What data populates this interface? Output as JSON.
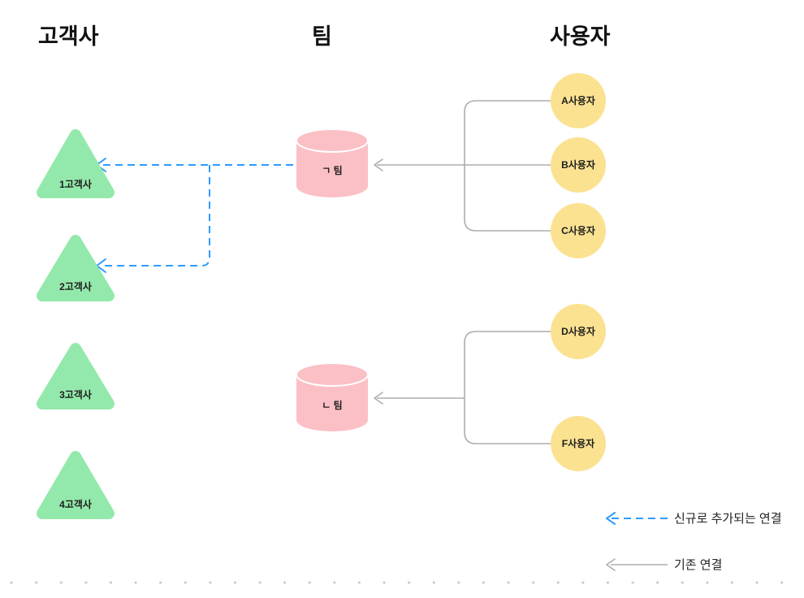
{
  "columns": {
    "customers": {
      "label": "고객사"
    },
    "teams": {
      "label": "팀"
    },
    "users": {
      "label": "사용자"
    }
  },
  "customers": [
    {
      "label": "1고객사"
    },
    {
      "label": "2고객사"
    },
    {
      "label": "3고객사"
    },
    {
      "label": "4고객사"
    }
  ],
  "teams": [
    {
      "label": "ㄱ 팀"
    },
    {
      "label": "ㄴ 팀"
    }
  ],
  "users": [
    {
      "label": "A사용자"
    },
    {
      "label": "B사용자"
    },
    {
      "label": "C사용자"
    },
    {
      "label": "D사용자"
    },
    {
      "label": "F사용자"
    }
  ],
  "connections": {
    "existing": [
      {
        "from": "A사용자",
        "to": "ㄱ 팀"
      },
      {
        "from": "B사용자",
        "to": "ㄱ 팀"
      },
      {
        "from": "C사용자",
        "to": "ㄱ 팀"
      },
      {
        "from": "D사용자",
        "to": "ㄴ 팀"
      },
      {
        "from": "F사용자",
        "to": "ㄴ 팀"
      }
    ],
    "new": [
      {
        "from": "ㄱ 팀",
        "to": "1고객사"
      },
      {
        "from": "ㄱ 팀",
        "to": "2고객사"
      }
    ]
  },
  "legend": {
    "new_connection": {
      "label": "신규로 추가되는 연결"
    },
    "existing_connection": {
      "label": "기존 연결"
    }
  },
  "colors": {
    "customer_fill": "#93E9AB",
    "team_fill": "#FBC0C5",
    "user_fill": "#FBE291",
    "new_connection": "#2F9BFF",
    "existing_connection": "#ADADAD",
    "grid_dot": "#C8C8C8"
  }
}
